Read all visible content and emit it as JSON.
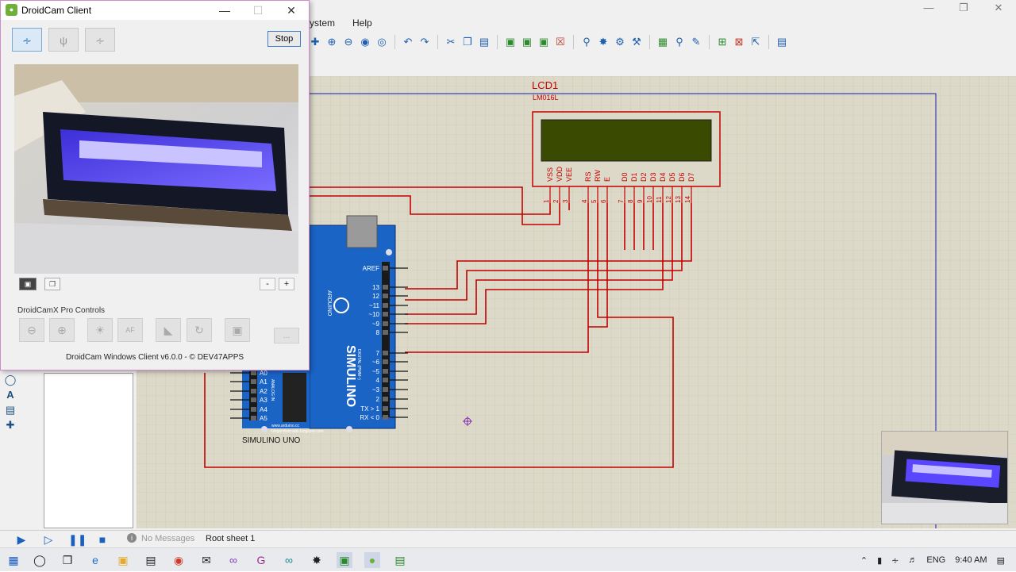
{
  "droidcam": {
    "title": "DroidCam Client",
    "stop_label": "Stop",
    "pro_controls_label": "DroidCamX Pro Controls",
    "zoom_minus": "-",
    "zoom_plus": "+",
    "more_label": "...",
    "footer": "DroidCam Windows Client v6.0.0 - © DEV47APPS",
    "af_label": "AF"
  },
  "proteus": {
    "menu": [
      "ystem",
      "Help"
    ],
    "status": {
      "messages": "No Messages",
      "sheet": "Root sheet 1"
    }
  },
  "schematic": {
    "lcd_ref": "LCD1",
    "lcd_model": "LM016L",
    "lcd_pin_names": [
      "VSS",
      "VDD",
      "VEE",
      "RS",
      "RW",
      "E",
      "D0",
      "D1",
      "D2",
      "D3",
      "D4",
      "D5",
      "D6",
      "D7"
    ],
    "lcd_pin_numbers": [
      "1",
      "2",
      "3",
      "4",
      "5",
      "6",
      "7",
      "8",
      "9",
      "10",
      "11",
      "12",
      "13",
      "14"
    ],
    "board_label": "SIMULINO UNO",
    "board_brand": "SIMULINO",
    "board_sub": "ARDUINO",
    "board_url1": "www.arduino.cc",
    "board_url2": "blogembarcado.blogspot.com",
    "digital_label": "DIGITAL (PWM~)",
    "analog_label": "ANALOG IN",
    "digital_pins": [
      "AREF",
      "13",
      "12",
      "~11",
      "~10",
      "~9",
      "8",
      "7",
      "~6",
      "~5",
      "4",
      "~3",
      "2",
      "TX > 1",
      "RX < 0"
    ],
    "analog_pins": [
      "A0",
      "A1",
      "A2",
      "A3",
      "A4",
      "A5"
    ]
  },
  "taskbar": {
    "language": "ENG",
    "time": "9:40 AM"
  }
}
